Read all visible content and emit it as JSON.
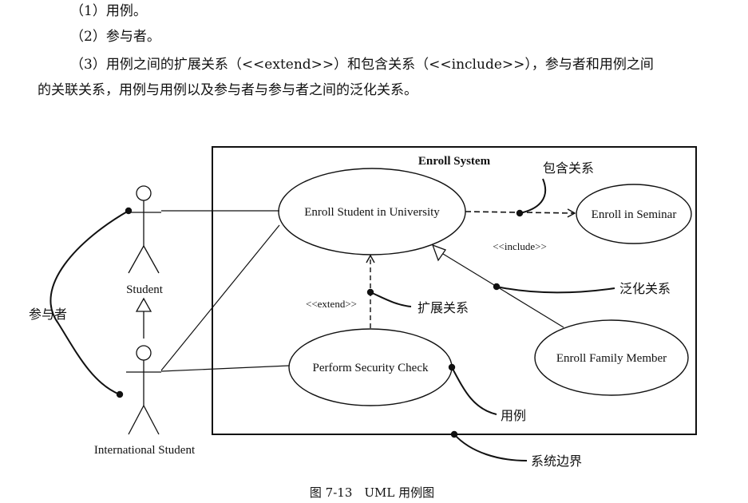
{
  "text": {
    "line1": "（1）用例。",
    "line2": "（2）参与者。",
    "line3a": "（3）用例之间的扩展关系（<<extend>>）和包含关系（<<include>>），参与者和用例之间",
    "line3b": "的关联关系，用例与用例以及参与者与参与者之间的泛化关系。"
  },
  "diagram": {
    "system_name": "Enroll System",
    "actors": {
      "student": "Student",
      "international": "International Student"
    },
    "use_cases": {
      "enroll_university": "Enroll Student in University",
      "enroll_seminar": "Enroll in Seminar",
      "security_check": "Perform Security Check",
      "family_member": "Enroll Family Member"
    },
    "stereotypes": {
      "include": "<<include>>",
      "extend": "<<extend>>"
    },
    "annotations": {
      "include_rel": "包含关系",
      "generalization": "泛化关系",
      "extend_rel": "扩展关系",
      "actor": "参与者",
      "use_case": "用例",
      "system_boundary": "系统边界"
    },
    "caption": "图 7-13　UML 用例图"
  }
}
